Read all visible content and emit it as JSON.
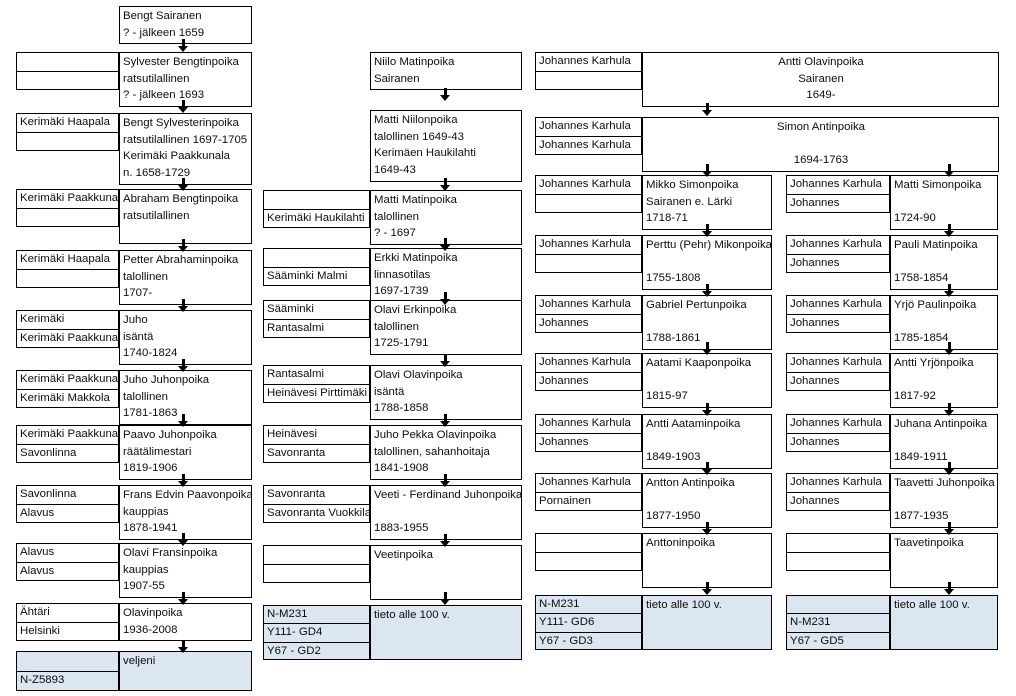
{
  "meta": {
    "title": "Sairanen sukupuu / Y-DNA",
    "blue_fill": "#dce6f1",
    "border_color": "#000000"
  },
  "columns": [
    {
      "id": "col-1",
      "nodes": [
        {
          "id": "c1-n1",
          "stub": [
            "",
            ""
          ],
          "lines": [
            "Bengt Sairanen",
            "? - jälkeen 1659"
          ],
          "shaded": false,
          "has_stub": false
        },
        {
          "id": "c1-n2",
          "stub": [
            "",
            ""
          ],
          "lines": [
            "Sylvester Bengtinpoika",
            "ratsutilallinen",
            "? - jälkeen 1693"
          ],
          "shaded": false,
          "has_stub": true
        },
        {
          "id": "c1-n3",
          "stub": [
            "Kerimäki Haapala",
            ""
          ],
          "lines": [
            "Bengt Sylvesterinpoika",
            "ratsutilallinen 1697-1705",
            " Kerimäki Paakkunala",
            "n. 1658-1729"
          ],
          "shaded": false,
          "has_stub": true
        },
        {
          "id": "c1-n4",
          "stub": [
            "Kerimäki Paakkunala",
            ""
          ],
          "lines": [
            "Abraham Bengtinpoika",
            "ratsutilallinen",
            ""
          ],
          "shaded": false,
          "has_stub": true
        },
        {
          "id": "c1-n5",
          "stub": [
            "Kerimäki Haapala",
            ""
          ],
          "lines": [
            "Petter Abrahaminpoika",
            "talollinen",
            "1707-"
          ],
          "shaded": false,
          "has_stub": true
        },
        {
          "id": "c1-n6",
          "stub": [
            "Kerimäki",
            "Kerimäki Paakkunala"
          ],
          "lines": [
            "Juho",
            "isäntä",
            "1740-1824"
          ],
          "shaded": false,
          "has_stub": true
        },
        {
          "id": "c1-n7",
          "stub": [
            "Kerimäki Paakkunala",
            "Kerimäki Makkola"
          ],
          "lines": [
            "Juho Juhonpoika",
            "talollinen",
            "1781-1863"
          ],
          "shaded": false,
          "has_stub": true
        },
        {
          "id": "c1-n8",
          "stub": [
            "Kerimäki Paakkunala",
            "Savonlinna"
          ],
          "lines": [
            "Paavo Juhonpoika",
            "räätälimestari",
            "1819-1906"
          ],
          "shaded": false,
          "has_stub": true
        },
        {
          "id": "c1-n9",
          "stub": [
            "Savonlinna",
            "Alavus"
          ],
          "lines": [
            "Frans Edvin Paavonpoika",
            "kauppias",
            "1878-1941"
          ],
          "shaded": false,
          "has_stub": true
        },
        {
          "id": "c1-n10",
          "stub": [
            "Alavus",
            "Alavus"
          ],
          "lines": [
            "Olavi Fransinpoika",
            "kauppias",
            "1907-55"
          ],
          "shaded": false,
          "has_stub": true
        },
        {
          "id": "c1-n11",
          "stub": [
            "Ähtäri",
            "Helsinki"
          ],
          "lines": [
            "Olavinpoika",
            "1936-2008"
          ],
          "shaded": false,
          "has_stub": true
        },
        {
          "id": "c1-n12",
          "stub": [
            "",
            "N-Z5893"
          ],
          "lines": [
            "veljeni"
          ],
          "shaded": true,
          "has_stub": true
        }
      ]
    },
    {
      "id": "col-2",
      "nodes": [
        {
          "id": "c2-n1",
          "stub": [
            "",
            ""
          ],
          "lines": [
            "Niilo Matinpoika",
            "Sairanen"
          ],
          "shaded": false,
          "has_stub": false
        },
        {
          "id": "c2-n2",
          "stub": [
            "",
            ""
          ],
          "lines": [
            "Matti Niilonpoika",
            "talollinen 1649-43",
            "Kerimäen Haukilahti",
            "1649-43"
          ],
          "shaded": false,
          "has_stub": false
        },
        {
          "id": "c2-n3",
          "stub": [
            "",
            "Kerimäki Haukilahti"
          ],
          "lines": [
            "Matti Matinpoika",
            "talollinen",
            "? - 1697"
          ],
          "shaded": false,
          "has_stub": true
        },
        {
          "id": "c2-n4",
          "stub": [
            "",
            "Sääminki Malmi"
          ],
          "lines": [
            "Erkki Matinpoika",
            "linnasotilas",
            "1697-1739"
          ],
          "shaded": false,
          "has_stub": true
        },
        {
          "id": "c2-n5",
          "stub": [
            "Sääminki",
            "Rantasalmi"
          ],
          "lines": [
            "Olavi Erkinpoika",
            "talollinen",
            "1725-1791"
          ],
          "shaded": false,
          "has_stub": true
        },
        {
          "id": "c2-n6",
          "stub": [
            "Rantasalmi",
            "Heinävesi Pirttimäki"
          ],
          "lines": [
            "Olavi Olavinpoika",
            "isäntä",
            "1788-1858"
          ],
          "shaded": false,
          "has_stub": true
        },
        {
          "id": "c2-n7",
          "stub": [
            "Heinävesi",
            "Savonranta"
          ],
          "lines": [
            "Juho Pekka Olavinpoika",
            "talollinen, sahanhoitaja",
            "1841-1908"
          ],
          "shaded": false,
          "has_stub": true
        },
        {
          "id": "c2-n8",
          "stub": [
            "Savonranta",
            "Savonranta Vuokkila"
          ],
          "lines": [
            "Veeti - Ferdinand  Juhonpoika",
            "",
            "1883-1955"
          ],
          "shaded": false,
          "has_stub": true
        },
        {
          "id": "c2-n9",
          "stub": [
            "",
            ""
          ],
          "lines": [
            "Veetinpoika"
          ],
          "shaded": false,
          "has_stub": true
        },
        {
          "id": "c2-n10",
          "stub": [
            "N-M231",
            "Y111- GD4",
            "Y67 - GD2"
          ],
          "lines": [
            "tieto alle 100 v."
          ],
          "shaded": true,
          "has_stub": true,
          "triple": true
        }
      ]
    },
    {
      "id": "col-3",
      "nodes": [
        {
          "id": "c3-n1",
          "stub": [
            "Johannes Karhula",
            ""
          ],
          "lines": [
            "Antti Olavinpoika",
            "Sairanen",
            "1649-"
          ],
          "shaded": false,
          "has_stub": true,
          "centered": true,
          "wide": true
        },
        {
          "id": "c3-n2",
          "stub": [
            "Johannes Karhula",
            "Johannes Karhula"
          ],
          "lines": [
            "Simon Antinpoika",
            "",
            "1694-1763"
          ],
          "shaded": false,
          "has_stub": true,
          "centered": true,
          "wide": true
        },
        {
          "id": "c3-n3",
          "stub": [
            "Johannes Karhula",
            ""
          ],
          "lines": [
            "Mikko Simonpoika",
            "Sairanen e. Lärki",
            "1718-71"
          ],
          "shaded": false,
          "has_stub": true
        },
        {
          "id": "c3-n4",
          "stub": [
            "Johannes Karhula",
            ""
          ],
          "lines": [
            "Perttu (Pehr) Mikonpoika",
            "",
            "1755-1808"
          ],
          "shaded": false,
          "has_stub": true
        },
        {
          "id": "c3-n5",
          "stub": [
            "Johannes Karhula",
            "Johannes"
          ],
          "lines": [
            "Gabriel Pertunpoika",
            "",
            "1788-1861"
          ],
          "shaded": false,
          "has_stub": true
        },
        {
          "id": "c3-n6",
          "stub": [
            "Johannes Karhula",
            "Johannes"
          ],
          "lines": [
            "Aatami Kaaponpoika",
            "",
            "1815-97"
          ],
          "shaded": false,
          "has_stub": true
        },
        {
          "id": "c3-n7",
          "stub": [
            "Johannes Karhula",
            "Johannes"
          ],
          "lines": [
            "Antti Aataminpoika",
            "",
            "1849-1903"
          ],
          "shaded": false,
          "has_stub": true
        },
        {
          "id": "c3-n8",
          "stub": [
            "Johannes Karhula",
            "Pornainen"
          ],
          "lines": [
            "Antton Antinpoika",
            "",
            "1877-1950"
          ],
          "shaded": false,
          "has_stub": true
        },
        {
          "id": "c3-n9",
          "stub": [
            "",
            ""
          ],
          "lines": [
            "Anttoninpoika"
          ],
          "shaded": false,
          "has_stub": true
        },
        {
          "id": "c3-n10",
          "stub": [
            "N-M231",
            "Y111- GD6",
            "Y67 - GD3"
          ],
          "lines": [
            "tieto alle 100 v."
          ],
          "shaded": true,
          "has_stub": true,
          "triple": true,
          "stub_offset_first_blank": true
        }
      ]
    },
    {
      "id": "col-4",
      "nodes": [
        {
          "id": "c4-n3",
          "stub": [
            "Johannes Karhula",
            "Johannes"
          ],
          "lines": [
            "Matti Simonpoika",
            "",
            "1724-90"
          ],
          "shaded": false,
          "has_stub": true
        },
        {
          "id": "c4-n4",
          "stub": [
            "Johannes Karhula",
            "Johannes"
          ],
          "lines": [
            "Pauli Matinpoika",
            "",
            "1758-1854"
          ],
          "shaded": false,
          "has_stub": true
        },
        {
          "id": "c4-n5",
          "stub": [
            "Johannes Karhula",
            "Johannes"
          ],
          "lines": [
            "Yrjö Paulinpoika",
            "",
            "1785-1854"
          ],
          "shaded": false,
          "has_stub": true
        },
        {
          "id": "c4-n6",
          "stub": [
            "Johannes Karhula",
            "Johannes"
          ],
          "lines": [
            "Antti Yrjönpoika",
            "",
            "1817-92"
          ],
          "shaded": false,
          "has_stub": true
        },
        {
          "id": "c4-n7",
          "stub": [
            "Johannes Karhula",
            "Johannes"
          ],
          "lines": [
            "Juhana Antinpoika",
            "",
            "1849-1911"
          ],
          "shaded": false,
          "has_stub": true
        },
        {
          "id": "c4-n8",
          "stub": [
            "Johannes Karhula",
            "Johannes"
          ],
          "lines": [
            "Taavetti Juhonpoika",
            "",
            "1877-1935"
          ],
          "shaded": false,
          "has_stub": true
        },
        {
          "id": "c4-n9",
          "stub": [
            "",
            ""
          ],
          "lines": [
            "Taavetinpoika"
          ],
          "shaded": false,
          "has_stub": true
        },
        {
          "id": "c4-n10",
          "stub": [
            "",
            "N-M231",
            "Y67 - GD5"
          ],
          "lines": [
            "tieto alle 100 v."
          ],
          "shaded": true,
          "has_stub": true,
          "triple": true
        }
      ]
    }
  ]
}
